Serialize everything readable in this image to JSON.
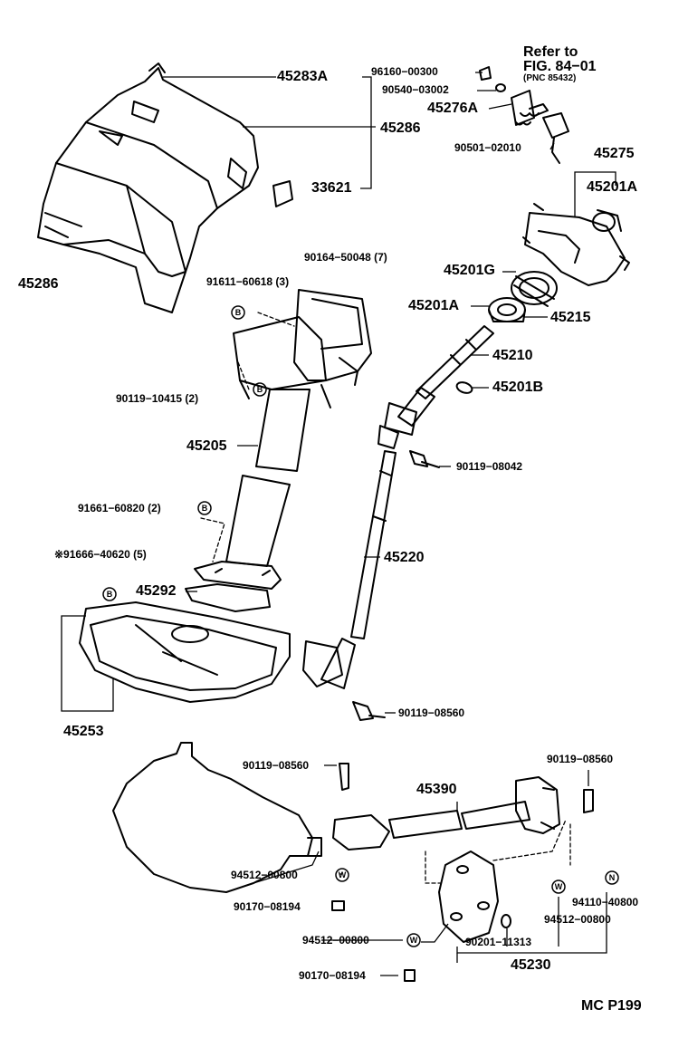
{
  "reference": {
    "line1": "Refer to",
    "line2": "FIG. 84−01",
    "line3": "(PNC 85432)"
  },
  "parts": {
    "p45283A": "45283A",
    "p96160": "96160−00300",
    "p90540": "90540−03002",
    "p45276A": "45276A",
    "p45286_top": "45286",
    "p90501": "90501−02010",
    "p45275": "45275",
    "p33621": "33621",
    "p45201A_top": "45201A",
    "p45286_left": "45286",
    "p90164": "90164−50048 (7)",
    "p91611": "91611−60618 (3)",
    "p45201G": "45201G",
    "p45201A_mid": "45201A",
    "p45215": "45215",
    "p45210": "45210",
    "p45201B": "45201B",
    "p90119_10415": "90119−10415 (2)",
    "p45205": "45205",
    "p90119_08042": "90119−08042",
    "p91661": "91661−60820 (2)",
    "p91666": "※91666−40620 (5)",
    "p45220": "45220",
    "p45292": "45292",
    "p45253": "45253",
    "p90119_08560_a": "90119−08560",
    "p90119_08560_b": "90119−08560",
    "p90119_08560_c": "90119−08560",
    "p45390": "45390",
    "p94512_a": "94512−00800",
    "p90170_a": "90170−08194",
    "p94512_b": "94512−00800",
    "p94110": "94110−40800",
    "p94512_c": "94512−00800",
    "p90201": "90201−11313",
    "p45230": "45230",
    "p90170_b": "90170−08194"
  },
  "tags": {
    "b1": "B",
    "b2": "B",
    "b3": "B",
    "b4": "B",
    "w1": "W",
    "w2": "W",
    "w3": "W",
    "n1": "N"
  },
  "footer": {
    "code": "MC P199"
  }
}
